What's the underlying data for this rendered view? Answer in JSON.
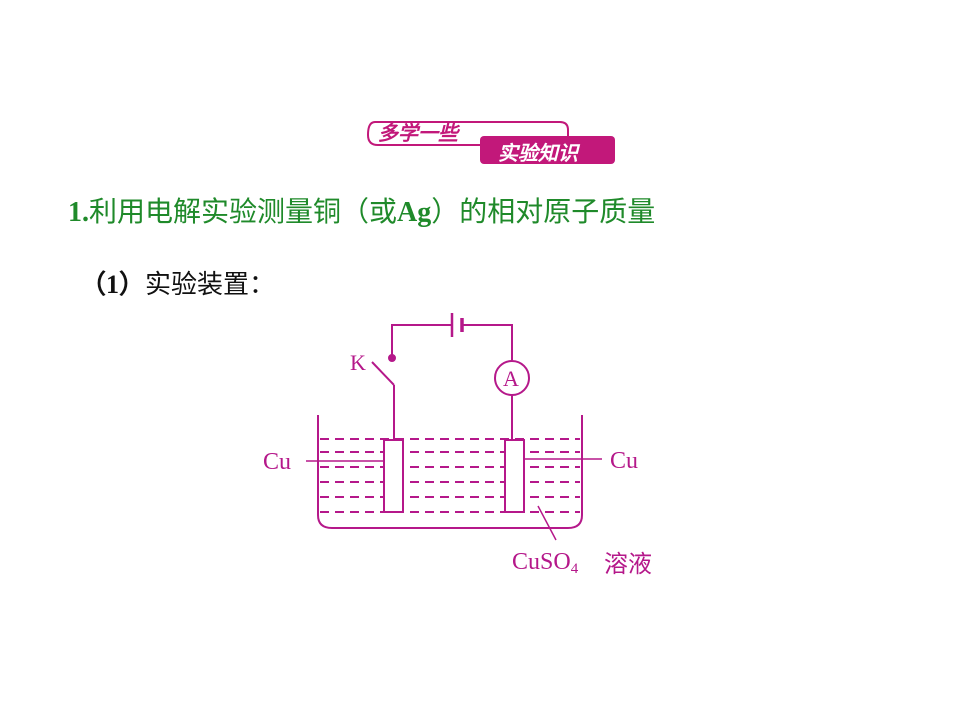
{
  "badge": {
    "line1": "多学一些",
    "line2": "实验知识"
  },
  "section": {
    "number": "1.",
    "title_pre": "利用电解实验测量铜（或",
    "title_bold": "Ag",
    "title_post": "）的相对原子质量"
  },
  "subsection": {
    "num": "（1）",
    "label": "实验装置："
  },
  "diagram": {
    "switch_label": "K",
    "ammeter_label": "A",
    "left_electrode_label": "Cu",
    "right_electrode_label": "Cu",
    "solution_formula": "CuSO",
    "solution_subscript": "4",
    "solution_name": "溶液",
    "color": "#b5188a"
  }
}
